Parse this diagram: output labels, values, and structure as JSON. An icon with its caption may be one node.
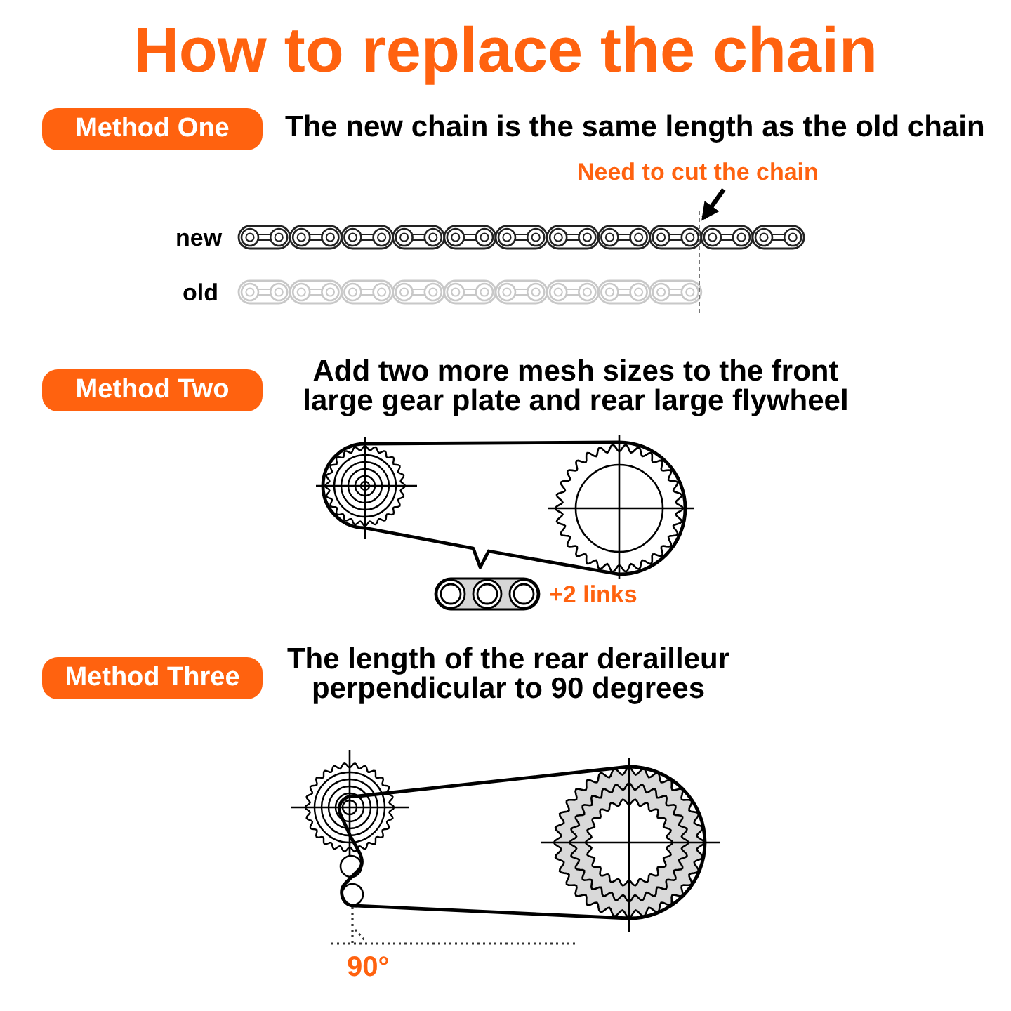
{
  "diagram": {
    "title": "How to replace the chain",
    "nodes": [
      {
        "text": [
          "Method One"
        ]
      },
      {
        "text": [
          "Need to cut the chain"
        ]
      },
      {
        "text": [],
        "shape": "picture",
        "beside": [
          "new"
        ]
      },
      {
        "text": [
          "Method Two"
        ]
      },
      {
        "text": [
          "Method Three"
        ]
      }
    ],
    "edges": [
      {
        "from": 1,
        "to": 2,
        "arrow": "to"
      }
    ],
    "labels": [
      "The new chain is the same length as the old chain",
      "old",
      "Add two more mesh sizes to the front large gear plate and rear large flywheel",
      "+2 links",
      "The length of the rear derailleur perpendicular to 90 degrees",
      "90°"
    ]
  }
}
